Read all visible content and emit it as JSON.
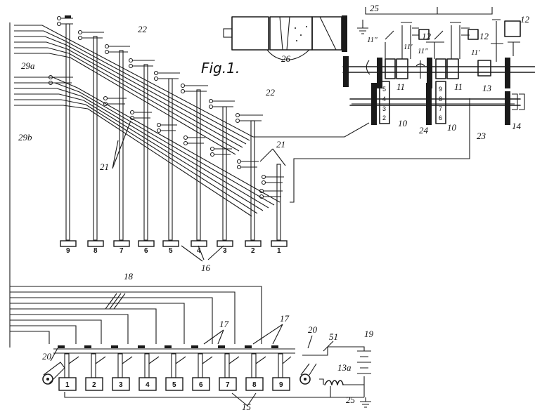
{
  "figure": {
    "title": "Fig.1."
  },
  "labels": {
    "l12_top": "12",
    "l12a": "12",
    "l12b": "12",
    "l13": "13",
    "l13a": "13a",
    "l14": "14",
    "l15": "15",
    "l16": "16",
    "l17a": "17",
    "l17b": "17",
    "l18": "18",
    "l19": "19",
    "l20a": "20",
    "l20b": "20",
    "l21a": "21",
    "l21b": "21",
    "l22a": "22",
    "l22b": "22",
    "l23": "23",
    "l24": "24",
    "l25a": "25",
    "l25b": "25",
    "l26": "26",
    "l29a": "29a",
    "l29b": "29b",
    "l51": "51",
    "l10a": "10",
    "l10b": "10",
    "l11a": "11",
    "l11b": "11",
    "l11pp_a": "11\"",
    "l11p_a": "11'",
    "l11pp_b": "11\"",
    "l11p_b": "11'"
  },
  "upper_keys": [
    "9",
    "8",
    "7",
    "6",
    "5",
    "4",
    "3",
    "2",
    "1"
  ],
  "lower_keys": [
    "1",
    "2",
    "3",
    "4",
    "5",
    "6",
    "7",
    "8",
    "9"
  ],
  "wheel_a_digits": [
    "5",
    "4",
    "3",
    "2"
  ],
  "wheel_b_digits": [
    "9",
    "8",
    "7",
    "6"
  ]
}
